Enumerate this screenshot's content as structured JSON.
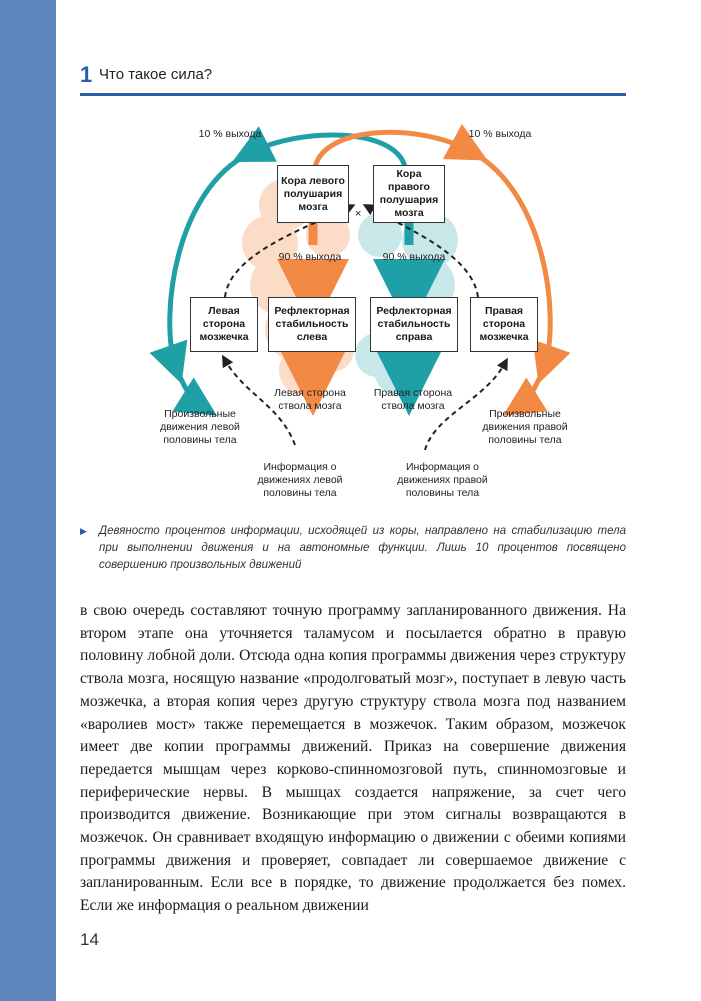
{
  "header": {
    "chapter_number": "1",
    "chapter_title": "Что такое сила?"
  },
  "figure": {
    "output_left": "10 % выхода",
    "output_right": "10 % выхода",
    "boxes": {
      "cortex_left": "Кора левого полушария мозга",
      "cortex_right": "Кора правого полушария мозга",
      "cerebellum_left": "Левая сторона мозжечка",
      "reflex_left": "Рефлекторная стабильность слева",
      "reflex_right": "Рефлекторная стабильность справа",
      "cerebellum_right": "Правая сторона мозжечка"
    },
    "percent_left": "90 % выхода",
    "percent_right": "90 % выхода",
    "brainstem_left": "Левая сторона ствола мозга",
    "brainstem_right": "Правая сторона ствола мозга",
    "voluntary_left": "Произвольные движения левой половины тела",
    "voluntary_right": "Произвольные движения правой половины тела",
    "info_left": "Информация о движениях левой половины тела",
    "info_right": "Информация о движениях правой половины тела",
    "colors": {
      "teal": "#1fa0a6",
      "orange": "#f28a45",
      "light_teal": "#bfe3e5",
      "light_orange": "#fbd6bd"
    }
  },
  "caption": {
    "text": "Девяносто процентов информации, исходящей из коры, направлено на стабилизацию тела при выполнении движения и на автономные функции. Лишь 10 процентов посвящено совершению произвольных движений"
  },
  "body": {
    "paragraph": "в свою очередь составляют точную программу запланированного движения. На втором этапе она уточняется таламусом и посылается обратно в правую половину лобной доли. Отсюда одна копия программы движения через структуру ствола мозга, носящую название «продолговатый мозг», поступает в левую часть мозжечка, а вторая копия через другую структуру ствола мозга под названием «варолиев мост» также перемещается в мозжечок. Таким образом, мозжечок имеет две копии программы движений. Приказ на совершение движения передается мышцам через корково-спинномозговой путь, спинномозговые и периферические нервы. В мышцах создается напряжение, за счет чего производится движение. Возникающие при этом сигналы возвращаются в мозжечок. Он сравнивает входящую информацию о движении с обеими копиями программы движения и проверяет, совпадает ли совершаемое движение с запланированным. Если все в порядке, то движение продолжается без помех. Если же информация о реальном движении"
  },
  "page_number": "14"
}
